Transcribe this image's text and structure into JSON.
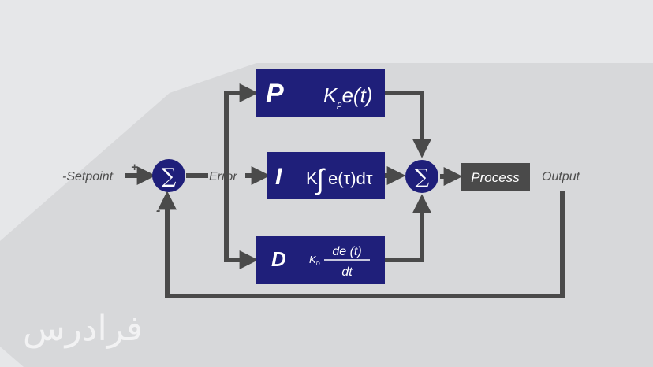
{
  "labels": {
    "setpoint": "-Setpoint",
    "plus": "+",
    "minus": "-",
    "error": "Error",
    "output": "Output",
    "process": "Process",
    "sum_symbol": "∑"
  },
  "blocks": {
    "p": {
      "letter": "P",
      "k": "K",
      "k_sub": "p",
      "expr": "e(t)"
    },
    "i": {
      "letter": "I",
      "k": "K",
      "integral": "∫",
      "expr": "e(τ)dτ"
    },
    "d": {
      "letter": "D",
      "k": "K",
      "k_sub": "D",
      "numerator": "de (t)",
      "denominator": "dt"
    }
  },
  "watermark": "فرادرس",
  "colors": {
    "background": "#e6e7e9",
    "shadow": "#d7d8da",
    "block": "#1f1f7a",
    "process_block": "#4a4a4a",
    "wire": "#4a4a4a",
    "text": "#4d4d4d",
    "watermark": "#f2f2f3"
  }
}
